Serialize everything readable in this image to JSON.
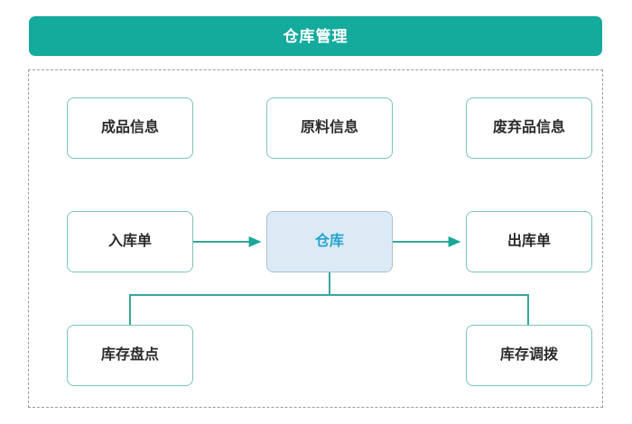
{
  "header": {
    "title": "仓库管理"
  },
  "diagram": {
    "type": "flow-tree",
    "accent_color": "#14aa9c",
    "node_border_color": "#7cc3bc",
    "node_text_color": "#2b2b2b",
    "highlight_fill_color": "#dceaf6",
    "highlight_border_color": "#a9bfd0",
    "highlight_text_color": "#27a3cc",
    "connector_color": "#36a79c",
    "container_border_color": "#9a9a9a",
    "rows": [
      {
        "row": "information",
        "nodes": [
          {
            "id": "finished-goods",
            "label": "成品信息"
          },
          {
            "id": "raw-material",
            "label": "原料信息"
          },
          {
            "id": "waste",
            "label": "废弃品信息"
          }
        ]
      },
      {
        "row": "flow",
        "nodes": [
          {
            "id": "inbound-order",
            "label": "入库单"
          },
          {
            "id": "warehouse",
            "label": "仓库",
            "highlight": true
          },
          {
            "id": "outbound-order",
            "label": "出库单"
          }
        ]
      },
      {
        "row": "operations",
        "nodes": [
          {
            "id": "stock-count",
            "label": "库存盘点"
          },
          {
            "id": "stock-transfer",
            "label": "库存调拨"
          }
        ]
      }
    ],
    "edges": [
      {
        "from": "inbound-order",
        "to": "outbound-order",
        "style": "arrow"
      },
      {
        "from": "warehouse",
        "to": "outbound-order",
        "style": "arrow"
      },
      {
        "from": "warehouse",
        "to": "stock-count",
        "style": "line"
      },
      {
        "from": "warehouse",
        "to": "stock-transfer",
        "style": "line"
      }
    ]
  }
}
